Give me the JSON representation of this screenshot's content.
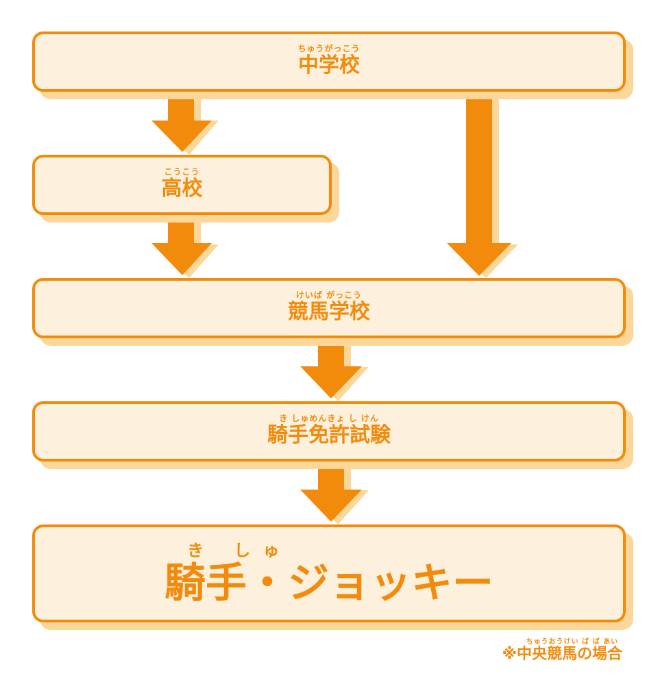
{
  "colors": {
    "accent": "#f28b0c",
    "box_fill": "#fdf0dc",
    "shadow": "#fbd79a"
  },
  "boxes": [
    {
      "id": "junior_high",
      "ruby": "ちゅうがっこう",
      "label": "中学校"
    },
    {
      "id": "high_school",
      "ruby": "こうこう",
      "label": "高校"
    },
    {
      "id": "racing_school",
      "ruby": "けいば がっこう",
      "label": "競馬学校"
    },
    {
      "id": "license_exam",
      "ruby": "き しゅめんきょ し けん",
      "label": "騎手免許試験"
    },
    {
      "id": "jockey",
      "ruby": "き しゅ",
      "label": "騎手・ジョッキー"
    }
  ],
  "note": {
    "ruby": "ちゅうおうけい ば ば あい",
    "text": "※中央競馬の場合"
  }
}
